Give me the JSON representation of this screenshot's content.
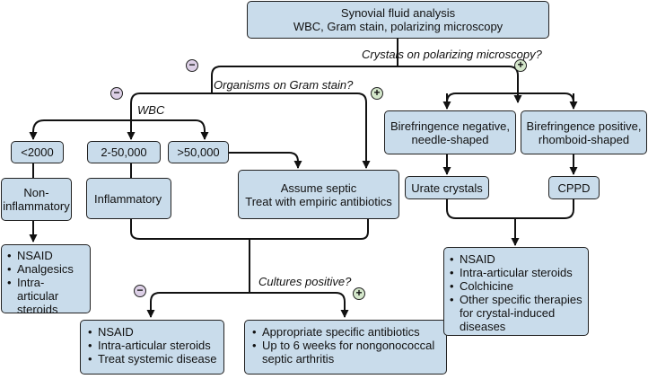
{
  "root": {
    "line1": "Synovial fluid analysis",
    "line2": "WBC, Gram stain, polarizing microscopy"
  },
  "questions": {
    "crystals": "Crystals on polarizing microscopy?",
    "organisms": "Organisms on Gram stain?",
    "wbc": "WBC",
    "cultures": "Cultures positive?"
  },
  "signs": {
    "minus": "−",
    "plus": "+"
  },
  "wbc_ranges": [
    "<2000",
    "2-50,000",
    ">50,000"
  ],
  "noninflammatory": {
    "line1": "Non-",
    "line2": "inflammatory"
  },
  "inflammatory": "Inflammatory",
  "septic": {
    "line1": "Assume septic",
    "line2": "Treat with empiric antibiotics"
  },
  "birefringence_negative": {
    "line1": "Birefringence negative,",
    "line2": "needle-shaped"
  },
  "birefringence_positive": {
    "line1": "Birefringence positive,",
    "line2": "rhomboid-shaped"
  },
  "urate": "Urate crystals",
  "cppd": "CPPD",
  "treat_noninflammatory": [
    "NSAID",
    "Analgesics",
    "Intra-articular steroids"
  ],
  "treat_culture_negative": [
    "NSAID",
    "Intra-articular steroids",
    "Treat systemic disease"
  ],
  "treat_culture_positive": [
    "Appropriate specific antibiotics",
    "Up to 6 weeks for nongonococcal septic arthritis"
  ],
  "treat_crystal": [
    "NSAID",
    "Intra-articular steroids",
    "Colchicine",
    "Other specific therapies for crystal-induced diseases"
  ],
  "colors": {
    "box_fill": "#c9dceb",
    "minus_fill": "#dccfe6",
    "plus_fill": "#d4e7cb",
    "line": "#111111"
  }
}
